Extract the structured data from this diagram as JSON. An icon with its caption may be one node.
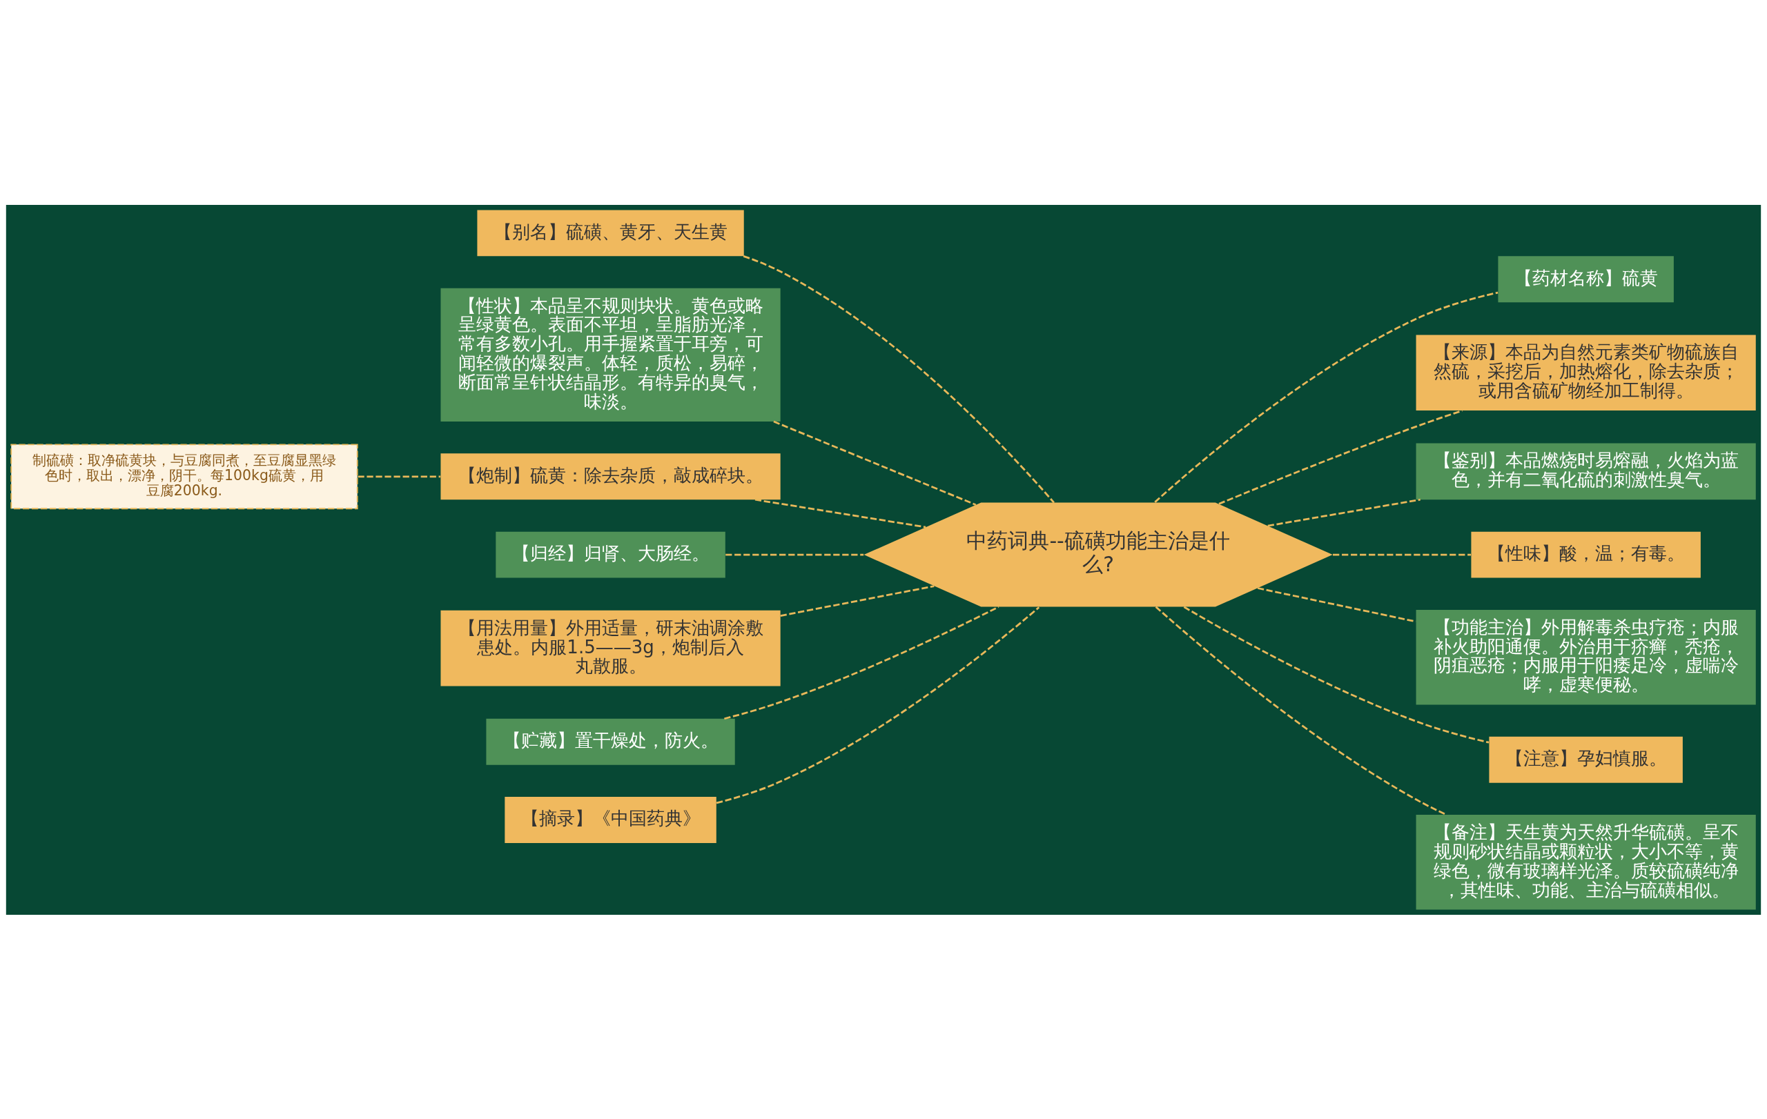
{
  "diagram": {
    "nodes": [
      {
        "text": [
          "中药词典--硫磺功能主治是什么?"
        ]
      },
      {
        "text": [
          "【别名】硫磺、黄牙、天生黄"
        ]
      },
      {
        "text": [
          "【性状】本品呈不规则块状。黄色或略呈绿黄色。表面不平坦，呈脂肪光泽，常有多数小孔。用手握紧置于耳旁，可闻轻微的爆裂声。体轻，质松，易碎，断面常呈针状结晶形。有特异的臭气，味淡。"
        ]
      },
      {
        "text": [
          "【炮制】硫黄：除去杂质，敲成碎块。"
        ]
      },
      {
        "text": [
          "制硫磺：取净硫黄块，与豆腐同煮，至豆腐显黑绿色时，取出，漂净，阴干。每100kg硫黄，用豆腐200kg."
        ]
      },
      {
        "text": [
          "【归经】归肾、大肠经。"
        ]
      },
      {
        "text": [
          "【用法用量】外用适量，研末油调涂敷患处。内服1.5——3g，炮制后入丸散服。"
        ]
      },
      {
        "text": [
          "【贮藏】置干燥处，防火。"
        ]
      },
      {
        "text": [
          "【摘录】《中国药典》"
        ]
      },
      {
        "text": [
          "【药材名称】硫黄"
        ]
      },
      {
        "text": [
          "【来源】本品为自然元素类矿物硫族自然硫，采挖后，加热熔化，除去杂质；或用含硫矿物经加工制得。"
        ]
      },
      {
        "text": [
          "【鉴别】本品燃烧时易熔融，火焰为蓝色，并有二氧化硫的刺激性臭气。"
        ]
      },
      {
        "text": [
          "【性味】酸，温；有毒。"
        ]
      },
      {
        "text": [
          "【功能主治】外用解毒杀虫疗疮；内服补火助阳通便。外治用于疥癣，秃疮，阴疽恶疮；内服用于阳痿足冷，虚喘冷哮，虚寒便秘。"
        ]
      },
      {
        "text": [
          "【注意】孕妇慎服。"
        ]
      },
      {
        "text": [
          "【备注】天生黄为天然升华硫磺。呈不规则砂状结晶或颗粒状，大小不等，黄绿色，微有玻璃样光泽。质较硫磺纯净，其性味、功能、主治与硫磺相似。"
        ]
      }
    ],
    "edges": [
      {
        "from": 1,
        "to": 0,
        "arrow": "none",
        "style": "dashed"
      },
      {
        "from": 2,
        "to": 0,
        "arrow": "none",
        "style": "dashed"
      },
      {
        "from": 3,
        "to": 0,
        "arrow": "none",
        "style": "dashed"
      },
      {
        "from": 4,
        "to": 3,
        "arrow": "none",
        "style": "dashed"
      },
      {
        "from": 5,
        "to": 0,
        "arrow": "none",
        "style": "dashed"
      },
      {
        "from": 6,
        "to": 0,
        "arrow": "none",
        "style": "dashed"
      },
      {
        "from": 7,
        "to": 0,
        "arrow": "none",
        "style": "dashed"
      },
      {
        "from": 8,
        "to": 0,
        "arrow": "none",
        "style": "dashed"
      },
      {
        "from": 0,
        "to": 9,
        "arrow": "none",
        "style": "dashed"
      },
      {
        "from": 0,
        "to": 10,
        "arrow": "none",
        "style": "dashed"
      },
      {
        "from": 0,
        "to": 11,
        "arrow": "none",
        "style": "dashed"
      },
      {
        "from": 0,
        "to": 12,
        "arrow": "none",
        "style": "dashed"
      },
      {
        "from": 0,
        "to": 13,
        "arrow": "none",
        "style": "dashed"
      },
      {
        "from": 0,
        "to": 14,
        "arrow": "none",
        "style": "dashed"
      },
      {
        "from": 0,
        "to": 15,
        "arrow": "none",
        "style": "dashed"
      }
    ]
  }
}
